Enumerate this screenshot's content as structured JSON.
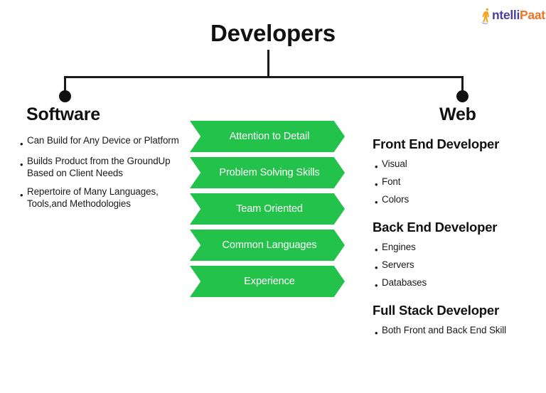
{
  "logo": {
    "mark_name": "intellipaat-figure-icon",
    "text_primary": "ntelli",
    "text_secondary": "Paat",
    "color_primary": "#4a3f9f",
    "color_secondary": "#f07423"
  },
  "root": {
    "title": "Developers"
  },
  "branches": {
    "left": {
      "heading": "Software",
      "bullets": [
        "Can Build for Any Device or Platform",
        "Builds Product from the GroundUp Based on Client Needs",
        "Repertoire of Many Languages, Tools,and Methodologies"
      ]
    },
    "right": {
      "heading": "Web",
      "roles": [
        {
          "title": "Front End Developer",
          "bullets": [
            "Visual",
            "Font",
            "Colors"
          ]
        },
        {
          "title": "Back End Developer",
          "bullets": [
            "Engines",
            "Servers",
            "Databases"
          ]
        },
        {
          "title": "Full Stack Developer",
          "bullets": [
            "Both Front and Back End Skill"
          ]
        }
      ]
    }
  },
  "skills": {
    "accent_color": "#23c24a",
    "items": [
      "Attention to Detail",
      "Problem Solving Skills",
      "Team Oriented",
      "Common Languages",
      "Experience"
    ]
  },
  "bullet_glyph": "•"
}
